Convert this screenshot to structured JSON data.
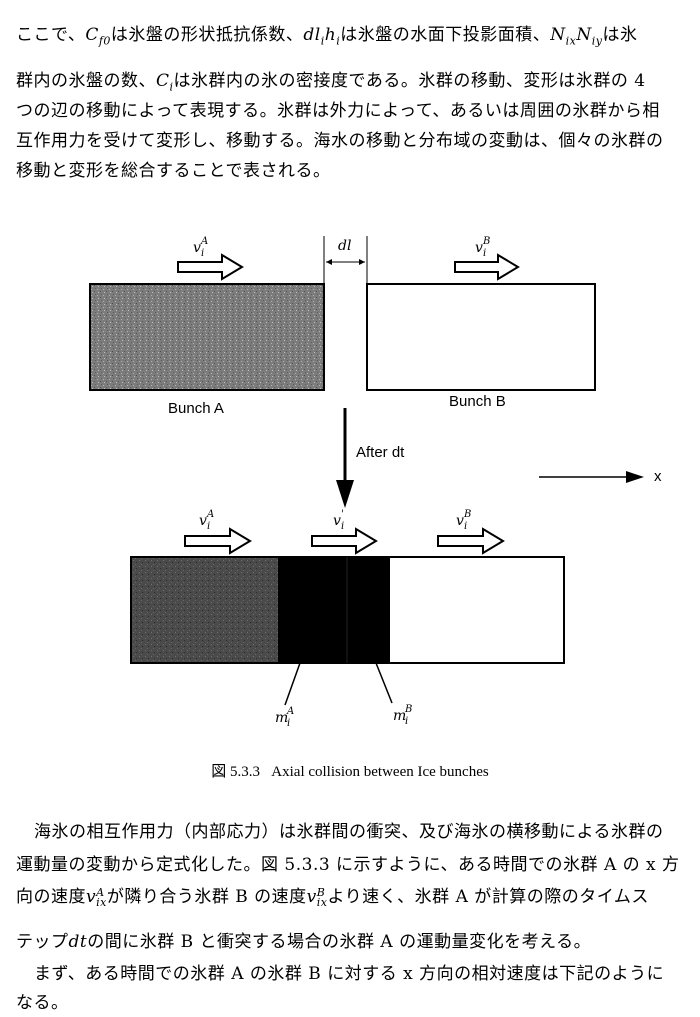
{
  "intro": {
    "line1": {
      "a": "ここで、",
      "cf_var": "C",
      "cf_sub": "f0",
      "b": "は氷盤の形状抵抗係数、",
      "dlh_var": "dl",
      "dlh_sub": "i",
      "dlh_var2": "h",
      "dlh_sub2": "i",
      "c": "は氷盤の水面下投影面積、",
      "n_var": "N",
      "n_sub": "ix",
      "n_var2": "N",
      "n_sub2": "iy",
      "d": "は氷"
    },
    "line2": {
      "a": "群内の氷盤の数、",
      "ci_var": "C",
      "ci_sub": "i",
      "b": "は氷群内の氷の密接度である。氷群の移動、変形は氷群の 4"
    },
    "line3": "つの辺の移動によって表現する。氷群は外力によって、あるいは周囲の氷群から相",
    "line4": "互作用力を受けて変形し、移動する。海水の移動と分布域の変動は、個々の氷群の",
    "line5": "移動と変形を総合することで表される。"
  },
  "figure": {
    "top": {
      "va_var": "v",
      "va_sub": "i",
      "va_sup": "A",
      "vb_var": "v",
      "vb_sub": "i",
      "vb_sup": "B",
      "dl_label": "dl",
      "bunch_a": "Bunch A",
      "bunch_b": "Bunch B"
    },
    "after_label": "After  dt",
    "x_label": "x",
    "bottom": {
      "va_var": "v",
      "va_sub": "i",
      "va_sup": "A",
      "vp_var": "v",
      "vp_sub": "i",
      "vp_sup": "'",
      "vb_var": "v",
      "vb_sub": "i",
      "vb_sup": "B",
      "ma_var": "m",
      "ma_sub": "i",
      "ma_sup": "A",
      "mb_var": "m",
      "mb_sub": "i",
      "mb_sup": "B"
    },
    "colors": {
      "bunch_a_fill": "#8a8a8a",
      "bunch_a_dark": "#4a4a4a",
      "overlap_fill": "#000000",
      "bunch_b_fill": "#ffffff"
    }
  },
  "caption": {
    "num": "図 5.3.3",
    "text": "Axial collision between Ice bunches"
  },
  "body": {
    "line1": "海氷の相互作用力（内部応力）は氷群間の衝突、及び海氷の横移動による氷群の",
    "line2": "運動量の変動から定式化した。図 5.3.3 に示すように、ある時間での氷群 A の x 方",
    "line3": {
      "a": "向の速度",
      "v1_var": "v",
      "v1_sub": "ix",
      "v1_sup": "A",
      "b": "が隣り合う氷群 B の速度",
      "v2_var": "v",
      "v2_sub": "ix",
      "v2_sup": "B",
      "c": "より速く、氷群 A が計算の際のタイムス"
    },
    "line4": {
      "a": "テップ",
      "dt_var": "dt",
      "b": "の間に氷群 B と衝突する場合の氷群 A の運動量変化を考える。"
    },
    "line5": "まず、ある時間での氷群 A の氷群 B に対する x 方向の相対速度は下記のように",
    "line6": "なる。"
  }
}
